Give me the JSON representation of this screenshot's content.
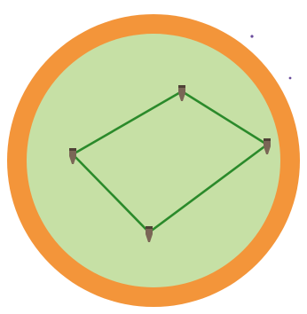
{
  "scene": {
    "colors": {
      "background": "#ffffff",
      "ring": "#f3953a",
      "field": "#c6e0a5",
      "rope": "#2b8a2b",
      "stake": "#7a6656",
      "stake_shadow": "#4f4136",
      "speck": "#6a4c9c"
    },
    "icons": {
      "stake": "wooden-stake-icon"
    },
    "stakes": [
      {
        "name": "stake-top"
      },
      {
        "name": "stake-right"
      },
      {
        "name": "stake-bottom"
      },
      {
        "name": "stake-left"
      }
    ]
  }
}
